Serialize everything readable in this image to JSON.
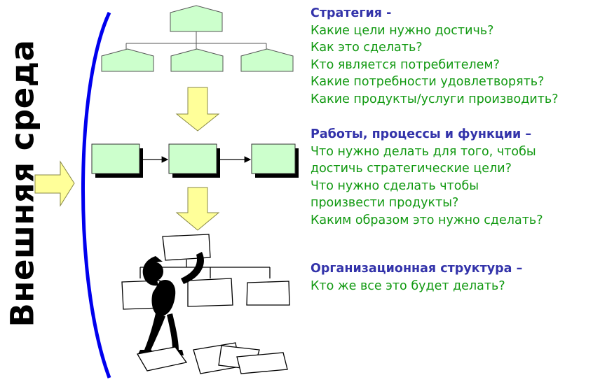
{
  "side_label": "Внешняя среда",
  "blocks": {
    "strategy": {
      "title": "Стратегия -",
      "lines": [
        "Какие цели нужно достичь?",
        "Как это сделать?",
        "Кто является потребителем?",
        "Какие потребности удовлетворять?",
        "Какие продукты/услуги производить?"
      ]
    },
    "processes": {
      "title": "Работы, процессы и функции –",
      "lines": [
        "Что нужно делать для того, чтобы",
        "достичь стратегические цели?",
        "Что нужно сделать чтобы",
        "произвести продукты?",
        "Каким образом это нужно сделать?"
      ]
    },
    "structure": {
      "title": "Организационная структура –",
      "lines": [
        "Кто же все это будет делать?"
      ]
    }
  },
  "colors": {
    "bracket": "#0000ee",
    "shape_fill": "#ccffcc",
    "arrow_fill": "#ffff99",
    "title_text": "#3333aa",
    "body_text": "#119911"
  },
  "icons": {
    "figure": "person-holding-org-chart-icon"
  }
}
